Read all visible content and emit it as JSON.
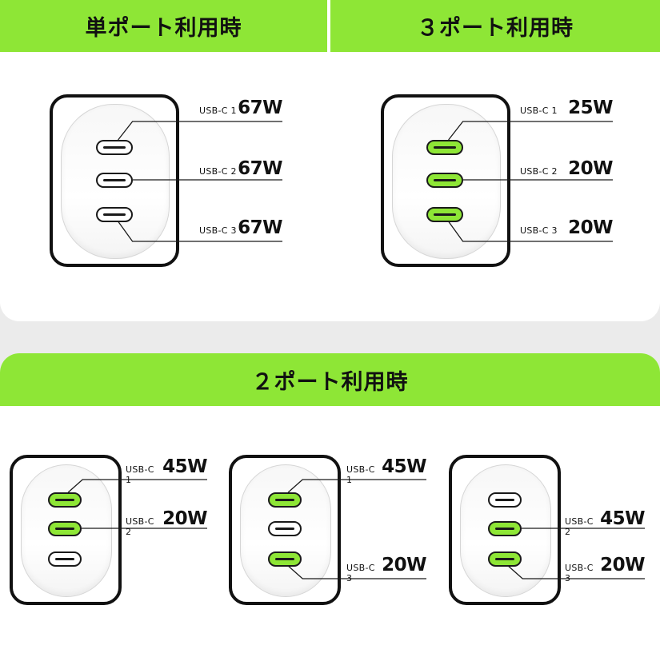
{
  "colors": {
    "accent": "#8ee636",
    "outline": "#111111",
    "panel": "#ffffff",
    "background": "#ebebeb"
  },
  "headers": {
    "single": "単ポート利用時",
    "three": "３ポート利用時",
    "two": "２ポート利用時"
  },
  "chargers": [
    {
      "id": "single",
      "ports": [
        {
          "name": "USB-C 1",
          "watts": "67W",
          "active": false
        },
        {
          "name": "USB-C 2",
          "watts": "67W",
          "active": false
        },
        {
          "name": "USB-C 3",
          "watts": "67W",
          "active": false
        }
      ]
    },
    {
      "id": "three",
      "ports": [
        {
          "name": "USB-C 1",
          "watts": "25W",
          "active": true
        },
        {
          "name": "USB-C 2",
          "watts": "20W",
          "active": true
        },
        {
          "name": "USB-C 3",
          "watts": "20W",
          "active": true
        }
      ]
    },
    {
      "id": "two-a",
      "ports": [
        {
          "name": "USB-C 1",
          "watts": "45W",
          "active": true
        },
        {
          "name": "USB-C 2",
          "watts": "20W",
          "active": true
        },
        {
          "name": "",
          "watts": "",
          "active": false
        }
      ]
    },
    {
      "id": "two-b",
      "ports": [
        {
          "name": "USB-C 1",
          "watts": "45W",
          "active": true
        },
        {
          "name": "",
          "watts": "",
          "active": false
        },
        {
          "name": "USB-C 3",
          "watts": "20W",
          "active": true
        }
      ]
    },
    {
      "id": "two-c",
      "ports": [
        {
          "name": "",
          "watts": "",
          "active": false
        },
        {
          "name": "USB-C 2",
          "watts": "45W",
          "active": true
        },
        {
          "name": "USB-C 3",
          "watts": "20W",
          "active": true
        }
      ]
    }
  ]
}
